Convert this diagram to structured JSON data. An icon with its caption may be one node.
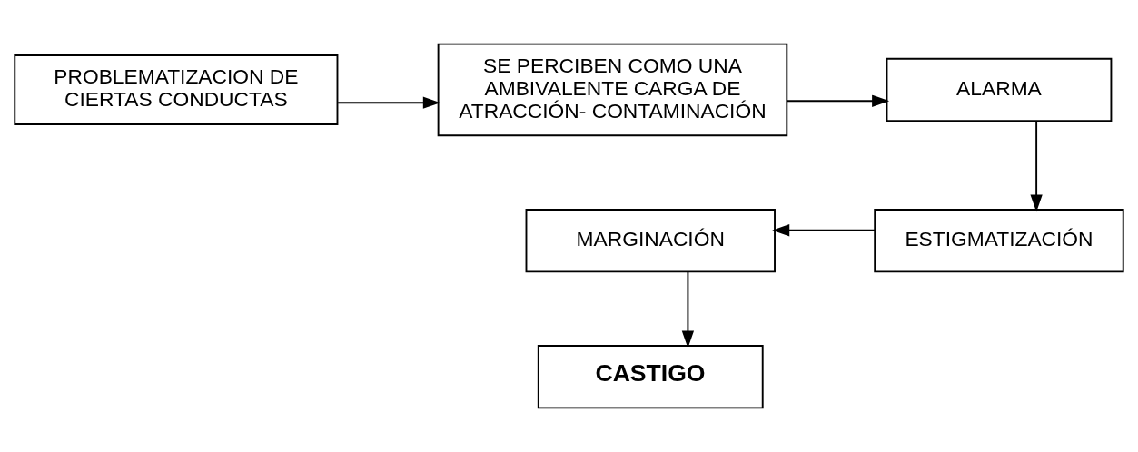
{
  "diagram": {
    "nodes": [
      {
        "text": [
          "PROBLEMATIZACION DE CIERTAS CONDUCTAS"
        ]
      },
      {
        "text": [
          "SE PERCIBEN COMO UNA AMBIVALENTE CARGA DE ATRACCIÓN- CONTAMINACIÓN"
        ]
      },
      {
        "text": [
          "ALARMA"
        ]
      },
      {
        "text": [
          "ESTIGMATIZACIÓN"
        ]
      },
      {
        "text": [
          "MARGINACIÓN"
        ]
      },
      {
        "text": [
          "CASTIGO"
        ]
      }
    ],
    "edges": [
      {
        "from": 0,
        "to": 1,
        "arrow": "to"
      },
      {
        "from": 1,
        "to": 2,
        "arrow": "to"
      },
      {
        "from": 2,
        "to": 3,
        "arrow": "to"
      },
      {
        "from": 3,
        "to": 4,
        "arrow": "to"
      },
      {
        "from": 4,
        "to": 5,
        "arrow": "to"
      }
    ]
  }
}
